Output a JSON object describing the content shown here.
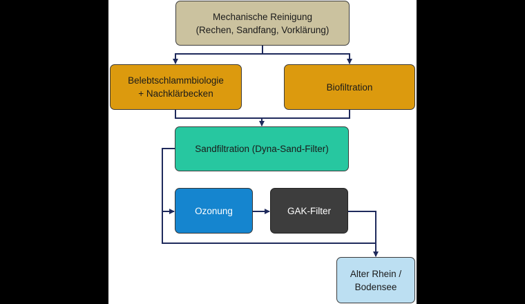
{
  "nodes": {
    "mechanical_cleaning": "Mechanische Reinigung\n(Rechen, Sandfang, Vorklärung)",
    "activated_sludge": "Belebtschlammbiologie\n+ Nachklärbecken",
    "biofiltration": "Biofiltration",
    "sand_filtration": "Sandfiltration (Dyna-Sand-Filter)",
    "ozonation": "Ozonung",
    "gac_filter": "GAK-Filter",
    "outflow": "Alter Rhein /\nBodensee"
  },
  "colors": {
    "mechanical": "#cbc29f",
    "biology": "#dc9a0e",
    "sand": "#27c7a0",
    "ozone": "#1585cf",
    "gac": "#3d3d3d",
    "outflow": "#bcdff2",
    "connector": "#1f2a5c"
  }
}
